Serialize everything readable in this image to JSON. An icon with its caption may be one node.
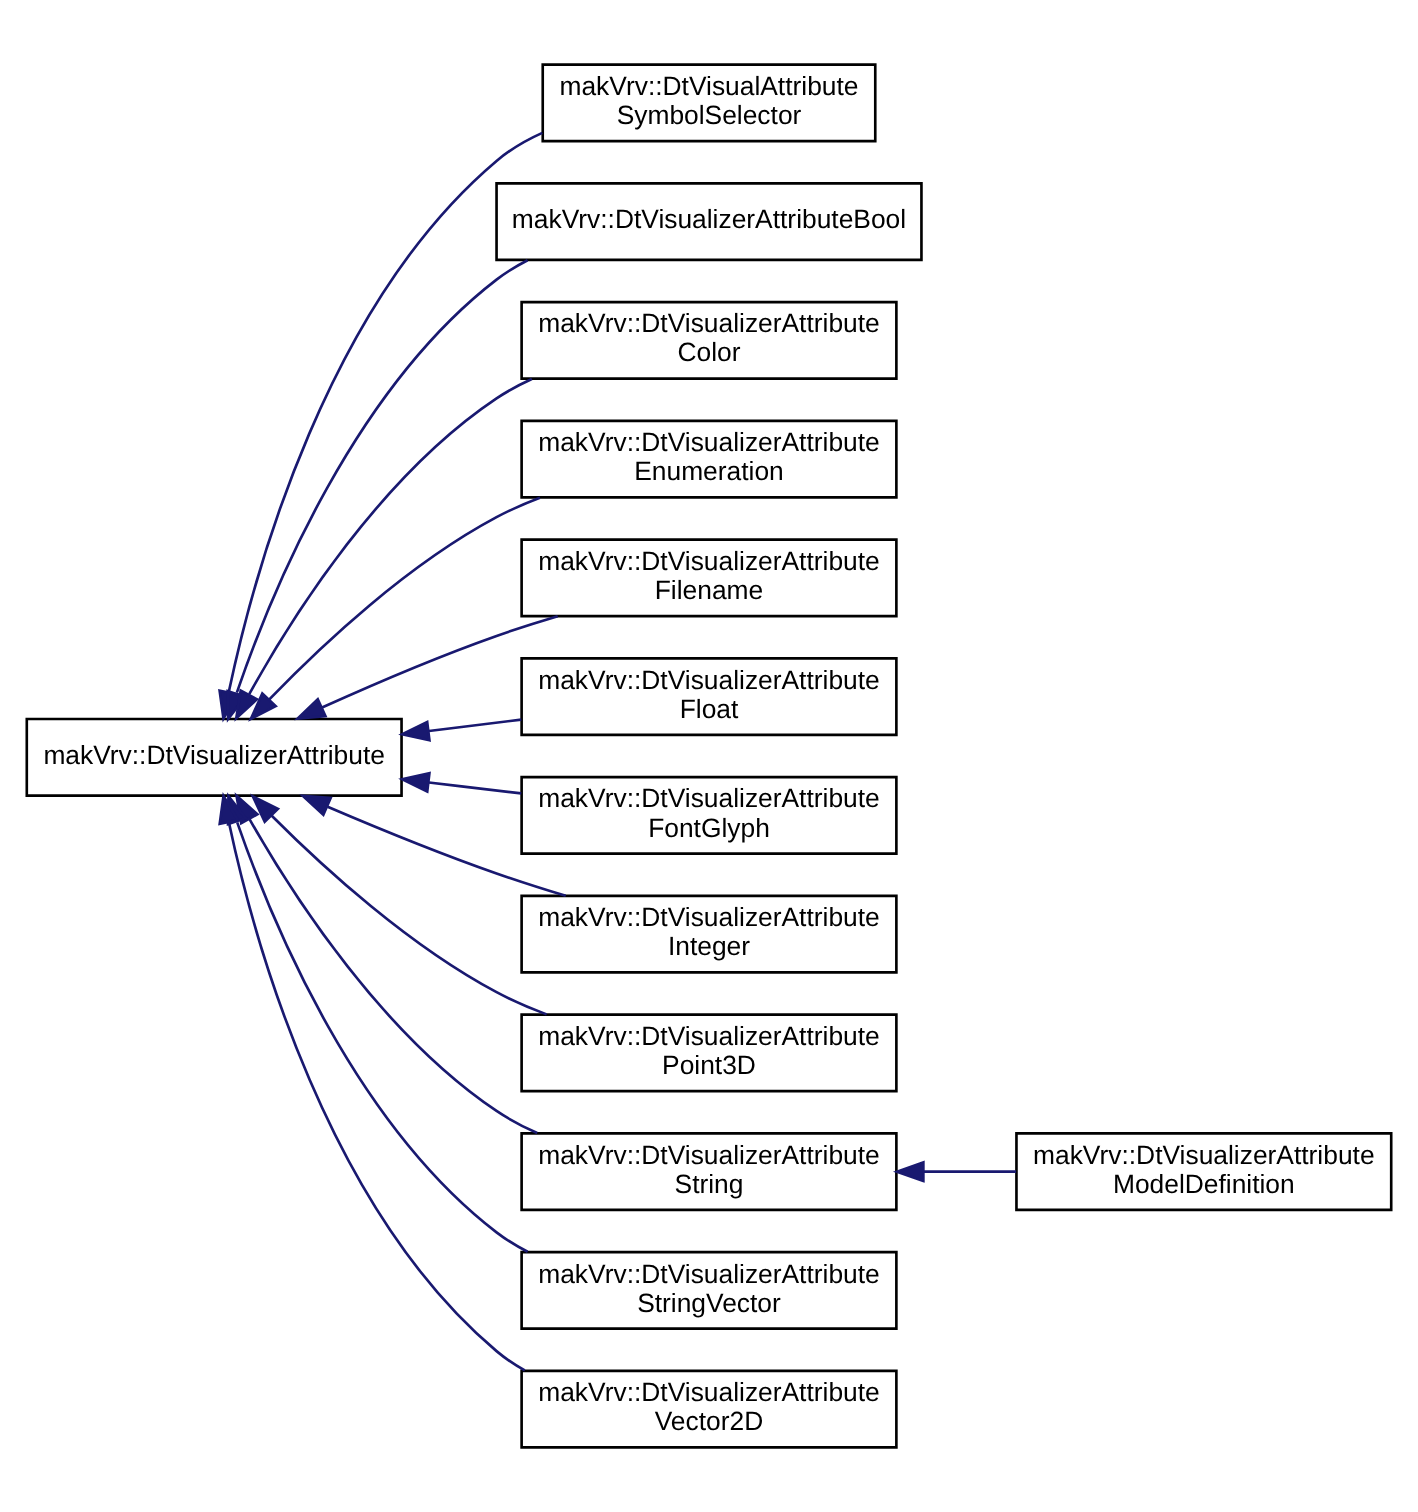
{
  "diagram": {
    "nodes": [
      {
        "text": [
          "makVrv::DtVisualizerAttribute"
        ]
      },
      {
        "text": [
          "makVrv::DtVisualAttribute SymbolSelector"
        ]
      },
      {
        "text": [
          "makVrv::DtVisualizerAttributeBool"
        ]
      },
      {
        "text": [
          "makVrv::DtVisualizerAttribute Color"
        ]
      },
      {
        "text": [
          "makVrv::DtVisualizerAttribute Enumeration"
        ]
      },
      {
        "text": [
          "makVrv::DtVisualizerAttribute Filename"
        ]
      },
      {
        "text": [
          "makVrv::DtVisualizerAttribute Float"
        ]
      },
      {
        "text": [
          "makVrv::DtVisualizerAttribute FontGlyph"
        ]
      },
      {
        "text": [
          "makVrv::DtVisualizerAttribute Integer"
        ]
      },
      {
        "text": [
          "makVrv::DtVisualizerAttribute Point3D"
        ]
      },
      {
        "text": [
          "makVrv::DtVisualizerAttribute String"
        ]
      },
      {
        "text": [
          "makVrv::DtVisualizerAttribute StringVector"
        ]
      },
      {
        "text": [
          "makVrv::DtVisualizerAttribute Vector2D"
        ]
      },
      {
        "text": [
          "makVrv::DtVisualizerAttribute ModelDefinition"
        ]
      }
    ],
    "edges": [
      {
        "from": 1,
        "to": 0,
        "arrow": "to"
      },
      {
        "from": 2,
        "to": 0,
        "arrow": "to"
      },
      {
        "from": 3,
        "to": 0,
        "arrow": "to"
      },
      {
        "from": 4,
        "to": 0,
        "arrow": "to"
      },
      {
        "from": 5,
        "to": 0,
        "arrow": "to"
      },
      {
        "from": 6,
        "to": 0,
        "arrow": "to"
      },
      {
        "from": 7,
        "to": 0,
        "arrow": "to"
      },
      {
        "from": 8,
        "to": 0,
        "arrow": "to"
      },
      {
        "from": 9,
        "to": 0,
        "arrow": "to"
      },
      {
        "from": 10,
        "to": 0,
        "arrow": "to"
      },
      {
        "from": 11,
        "to": 0,
        "arrow": "to"
      },
      {
        "from": 12,
        "to": 0,
        "arrow": "to"
      },
      {
        "from": 13,
        "to": 10,
        "arrow": "to"
      }
    ]
  }
}
